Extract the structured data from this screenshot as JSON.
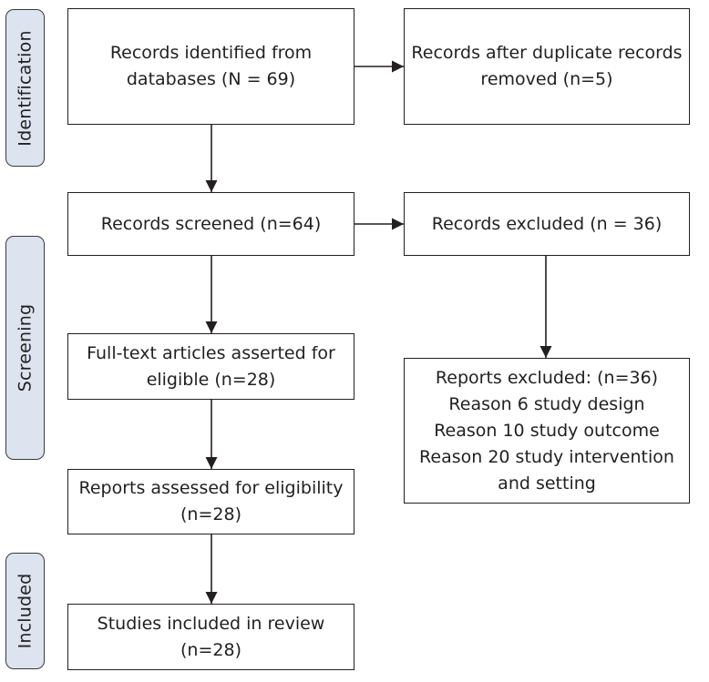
{
  "phases": {
    "identification": "Identification",
    "screening": "Screening",
    "included": "Included"
  },
  "boxes": {
    "identified": [
      "Records identified from",
      "databases (N = 69)"
    ],
    "duplicates_removed": [
      "Records after duplicate records",
      "removed (n=5)"
    ],
    "screened": [
      "Records screened (n=64)"
    ],
    "excluded_records": [
      "Records excluded (n = 36)"
    ],
    "full_text": [
      "Full-text articles asserted for",
      "eligible (n=28)"
    ],
    "excluded_reports": [
      "Reports excluded: (n=36)",
      "Reason 6 study design",
      "Reason 10 study outcome",
      "Reason 20 study intervention",
      "and setting"
    ],
    "assessed": [
      "Reports assessed for eligibility",
      "(n=28)"
    ],
    "included": [
      "Studies included in review",
      "(n=28)"
    ]
  }
}
